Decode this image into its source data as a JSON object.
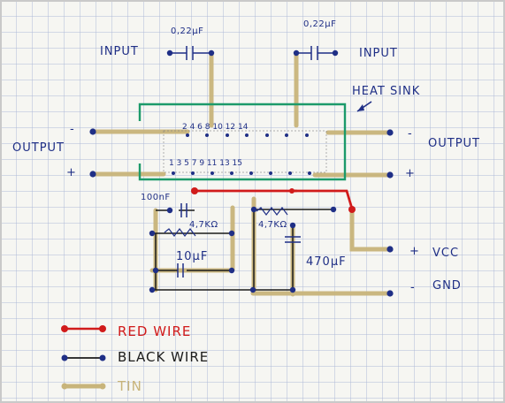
{
  "labels": {
    "cap_input_left": "0,22µF",
    "cap_input_right": "0,22µF",
    "input_left": "INPUT",
    "input_right": "INPUT",
    "heat_sink": "HEAT SINK",
    "output_left": "OUTPUT",
    "output_right": "OUTPUT",
    "minus_left": "-",
    "plus_left": "+",
    "minus_right": "-",
    "plus_right": "+",
    "cap_100nf": "100nF",
    "res_47k_left": "4,7KΩ",
    "res_47k_right": "4,7KΩ",
    "cap_10uf": "10µF",
    "cap_470uf": "470µF",
    "vcc_plus": "+",
    "vcc": "VCC",
    "gnd_minus": "-",
    "gnd": "GND",
    "pins_top": "2  4  6  8  10  12  14",
    "pins_bottom": "1  3  5  7  9  11  13  15"
  },
  "legend": {
    "red_wire": "RED WIRE",
    "black_wire": "BLACK WIRE",
    "tin": "TIN"
  },
  "colors": {
    "paper": "#f6f6f2",
    "grid": "#aeb9d8",
    "ink_blue": "#1f2f86",
    "heat_sink_green": "#1c9a6a",
    "red_wire": "#d11b1b",
    "black_wire": "#1b1b1b",
    "tin": "#c8b47a"
  }
}
